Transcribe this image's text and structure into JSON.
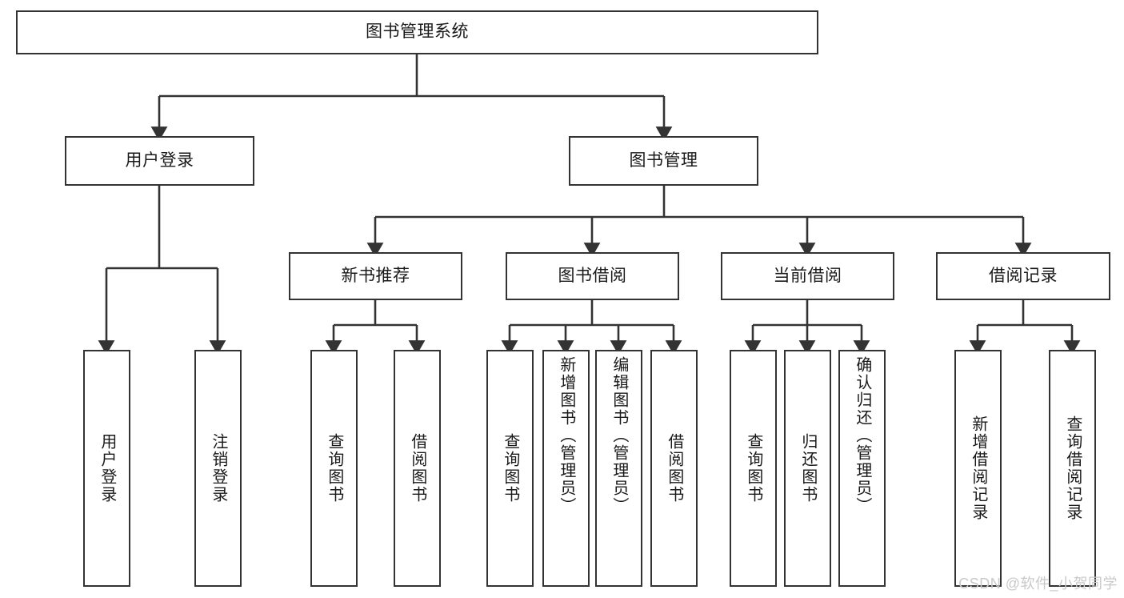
{
  "diagram": {
    "title": "图书管理系统",
    "type": "tree-hierarchy-diagram",
    "colors": {
      "box_border": "#333333",
      "box_fill": "#ffffff",
      "connector": "#333333",
      "text": "#1a1a1a",
      "watermark": "#c9c9c9",
      "background": "#ffffff"
    },
    "root": {
      "label": "图书管理系统"
    },
    "level2": [
      {
        "label": "用户登录"
      },
      {
        "label": "图书管理"
      }
    ],
    "level3": [
      {
        "label": "新书推荐"
      },
      {
        "label": "图书借阅"
      },
      {
        "label": "当前借阅"
      },
      {
        "label": "借阅记录"
      }
    ],
    "leaves": {
      "user_login": [
        {
          "label": "用户登录"
        },
        {
          "label": "注销登录"
        }
      ],
      "new_book": [
        {
          "label": "查询图书"
        },
        {
          "label": "借阅图书"
        }
      ],
      "book_borrow": [
        {
          "label": "查询图书"
        },
        {
          "label": "新增图书（管理员）"
        },
        {
          "label": "编辑图书（管理员）"
        },
        {
          "label": "借阅图书"
        }
      ],
      "current_borrow": [
        {
          "label": "查询图书"
        },
        {
          "label": "归还图书"
        },
        {
          "label": "确认归还（管理员）"
        }
      ],
      "borrow_record": [
        {
          "label": "新增借阅记录"
        },
        {
          "label": "查询借阅记录"
        }
      ]
    }
  },
  "watermark": {
    "text": "CSDN @软件_小贺同学"
  }
}
